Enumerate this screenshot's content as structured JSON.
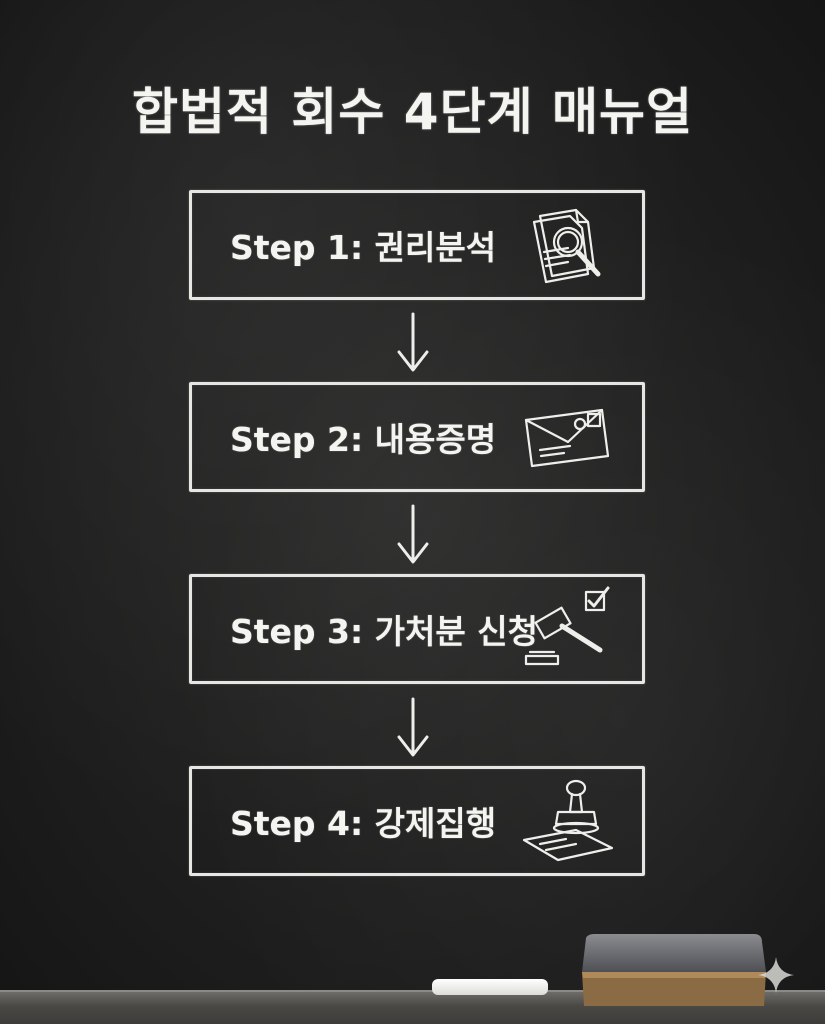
{
  "title": "합법적 회수 4단계 매뉴얼",
  "steps": [
    {
      "label": "Step 1: 권리분석",
      "icon": "document-magnifier-icon"
    },
    {
      "label": "Step 2: 내용증명",
      "icon": "envelope-icon"
    },
    {
      "label": "Step 3: 가처분 신청",
      "icon": "gavel-checkbox-icon"
    },
    {
      "label": "Step 4: 강제집행",
      "icon": "stamp-document-icon"
    }
  ],
  "colors": {
    "board": "#1f1f1e",
    "chalk": "#f4f4f0"
  }
}
